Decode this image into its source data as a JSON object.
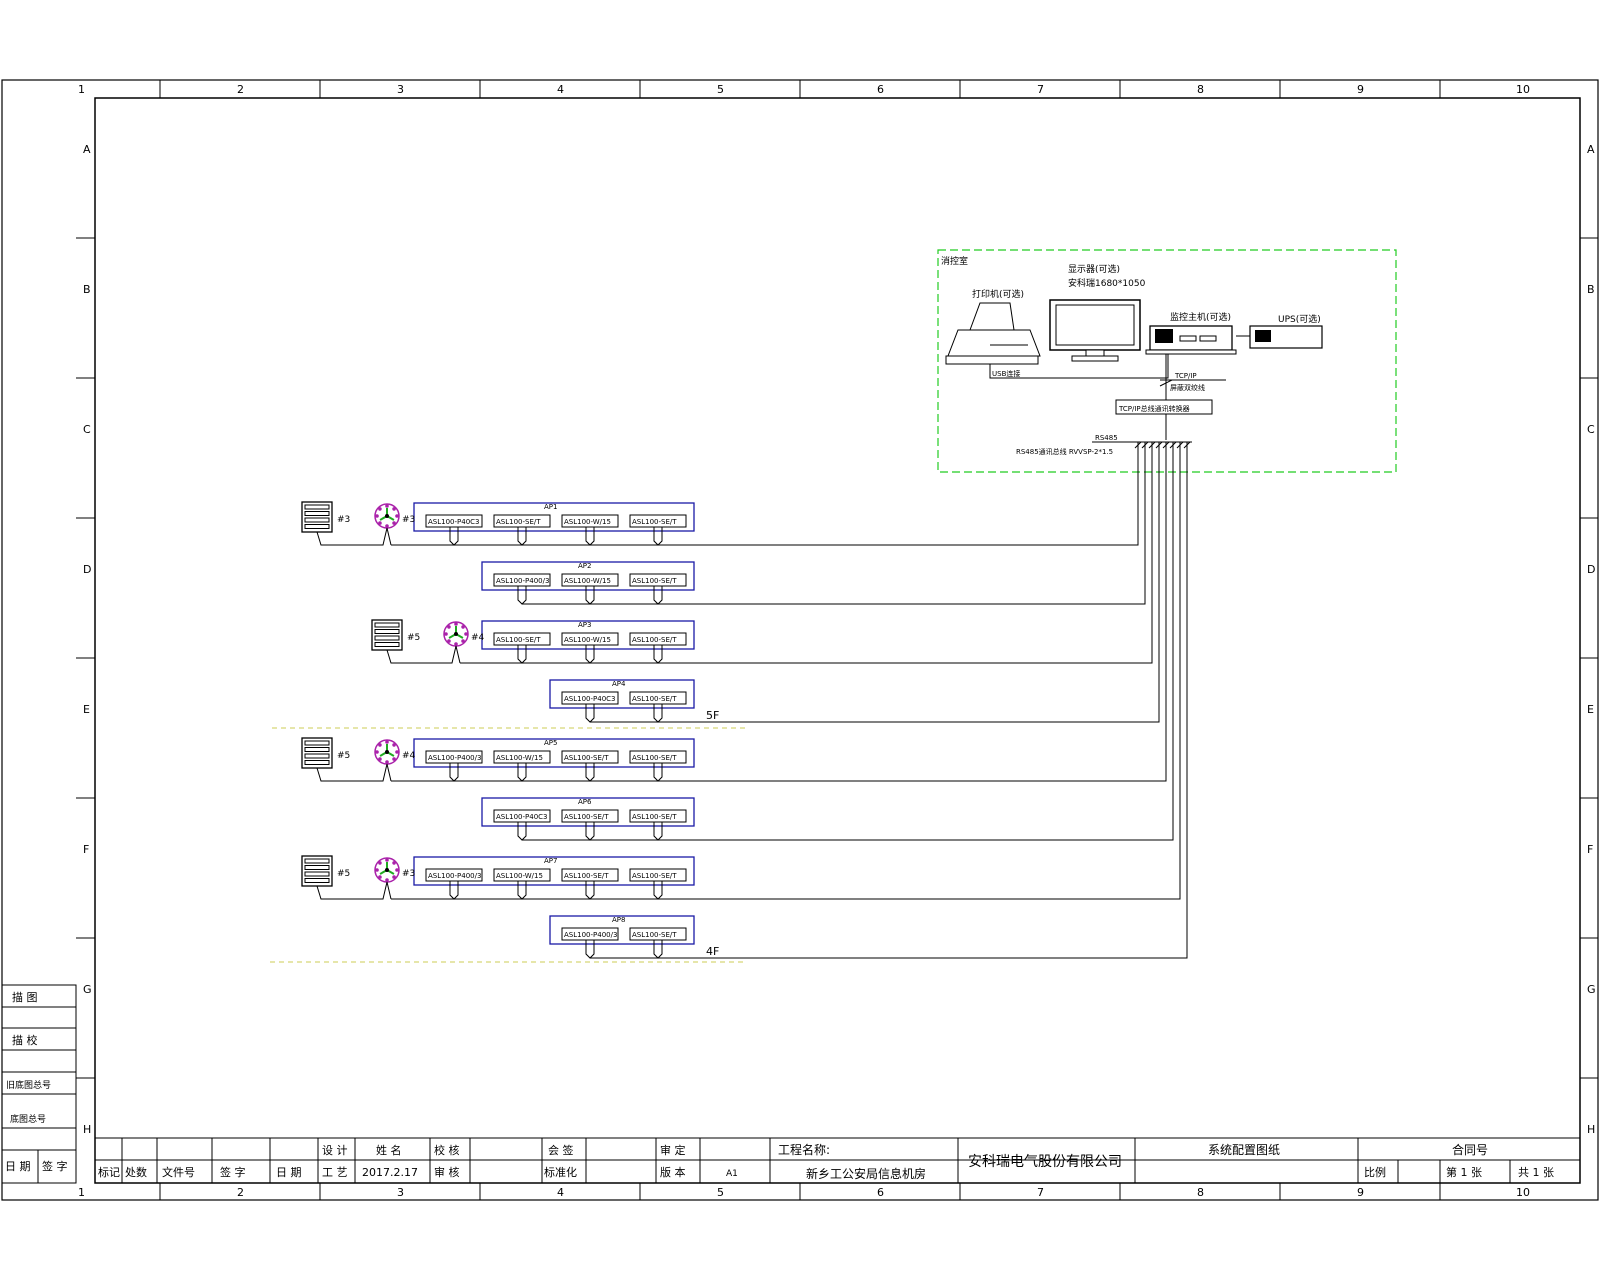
{
  "grid": {
    "columns": [
      "1",
      "2",
      "3",
      "4",
      "5",
      "6",
      "7",
      "8",
      "9",
      "10"
    ],
    "rows": [
      "A",
      "B",
      "C",
      "D",
      "E",
      "F",
      "G",
      "H"
    ]
  },
  "colors": {
    "line": "#000000",
    "panel": "#1a1aa6",
    "control_room_border": "#22cc22",
    "divider": "#cccc55",
    "fan_ring": "#aa22aa",
    "fan_blade": "#22aa22"
  },
  "control_room": {
    "label": "消控室",
    "printer_label": "打印机(可选)",
    "monitor_label": "显示器(可选)",
    "monitor_model": "安科瑞1680*1050",
    "host_label": "监控主机(可选)",
    "ups_label": "UPS(可选)",
    "usb_label": "USB连接",
    "bus_label_1": "TCP/IP",
    "bus_label_2": "屏蔽双绞线",
    "switch_label": "TCP/IP总线通讯转换器",
    "fiber_label": "RS485",
    "bus_desc": "RS485通讯总线 RVVSP-2*1.5"
  },
  "rows": [
    {
      "cabinet": "AP1",
      "left_icons": [
        {
          "type": "damper",
          "label": "#3"
        },
        {
          "type": "fan",
          "label": "#3"
        }
      ],
      "modules": [
        "ASL100-P40C3",
        "ASL100-SE/T",
        "ASL100-W/15",
        "ASL100-SE/T"
      ],
      "note": ""
    },
    {
      "cabinet": "AP2",
      "left_icons": [],
      "modules": [
        "ASL100-P400/3",
        "ASL100-W/15",
        "ASL100-SE/T"
      ],
      "note": ""
    },
    {
      "cabinet": "AP3",
      "left_icons": [
        {
          "type": "damper",
          "label": "#5"
        },
        {
          "type": "fan",
          "label": "#4"
        }
      ],
      "modules": [
        "ASL100-SE/T",
        "ASL100-W/15",
        "ASL100-SE/T"
      ],
      "note": ""
    },
    {
      "cabinet": "AP4",
      "left_icons": [],
      "modules": [
        "ASL100-P40C3",
        "ASL100-SE/T"
      ],
      "note": "5F"
    },
    {
      "cabinet": "AP5",
      "left_icons": [
        {
          "type": "damper",
          "label": "#5"
        },
        {
          "type": "fan",
          "label": "#4"
        }
      ],
      "modules": [
        "ASL100-P400/3",
        "ASL100-W/15",
        "ASL100-SE/T",
        "ASL100-SE/T"
      ],
      "note": ""
    },
    {
      "cabinet": "AP6",
      "left_icons": [],
      "modules": [
        "ASL100-P40C3",
        "ASL100-SE/T",
        "ASL100-SE/T"
      ],
      "note": ""
    },
    {
      "cabinet": "AP7",
      "left_icons": [
        {
          "type": "damper",
          "label": "#5"
        },
        {
          "type": "fan",
          "label": "#3"
        }
      ],
      "modules": [
        "ASL100-P400/3",
        "ASL100-W/15",
        "ASL100-SE/T",
        "ASL100-SE/T"
      ],
      "note": ""
    },
    {
      "cabinet": "AP8",
      "left_icons": [],
      "modules": [
        "ASL100-P400/3",
        "ASL100-SE/T"
      ],
      "note": "4F"
    }
  ],
  "side_table": [
    "描 图",
    "描 校",
    "旧底图总号",
    "底图总号",
    "日 期",
    "签 字"
  ],
  "title_block": {
    "rev_headers": [
      "标记",
      "处数",
      "文件号",
      "签 字",
      "日 期"
    ],
    "design": "设 计",
    "name_header": "姓 名",
    "check": "校 核",
    "countersign": "会 签",
    "approve": "审 定",
    "draw": "工 艺",
    "date_value": "2017.2.17",
    "review": "审 核",
    "standard": "标准化",
    "version": "版 本",
    "version_value": "A1",
    "project_label": "工程名称:",
    "project_name": "新乡工公安局信息机房",
    "company": "安科瑞电气股份有限公司",
    "drawing_title": "系统配置图纸",
    "code_label": "合同号",
    "scale_label": "比例",
    "sheet_label": "第 1 张",
    "total_label": "共 1 张"
  }
}
